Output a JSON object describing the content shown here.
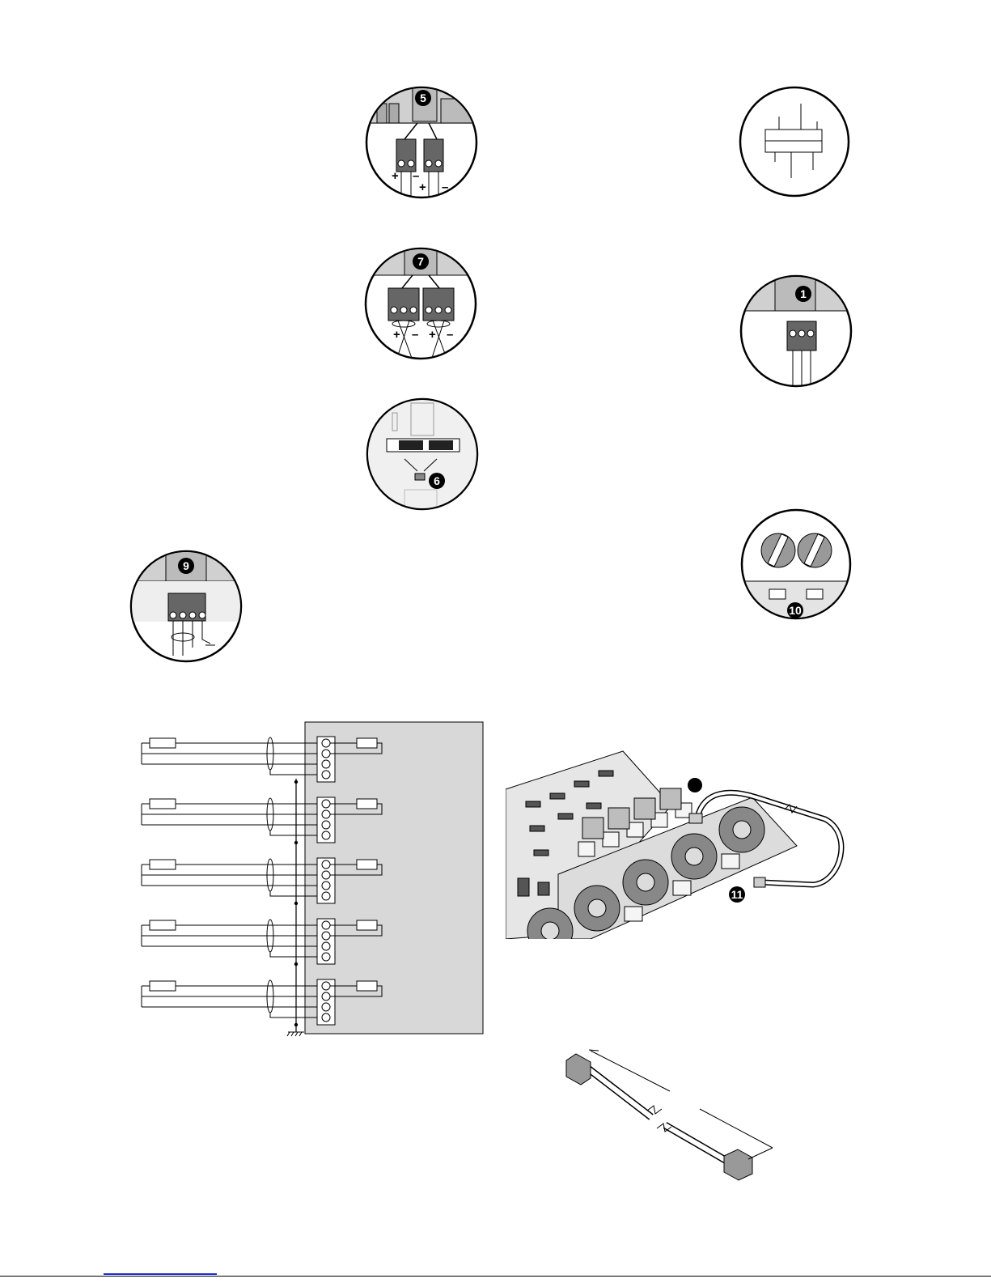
{
  "callouts": {
    "c5": "5",
    "c7": "7",
    "c6": "6",
    "c9": "9",
    "c1": "1",
    "c10": "10",
    "c11": "11"
  },
  "polarity": {
    "plus": "+",
    "minus": "–"
  },
  "colors": {
    "panel": "#d8d8d8",
    "ink": "#000000",
    "link": "#1a2fd6"
  }
}
